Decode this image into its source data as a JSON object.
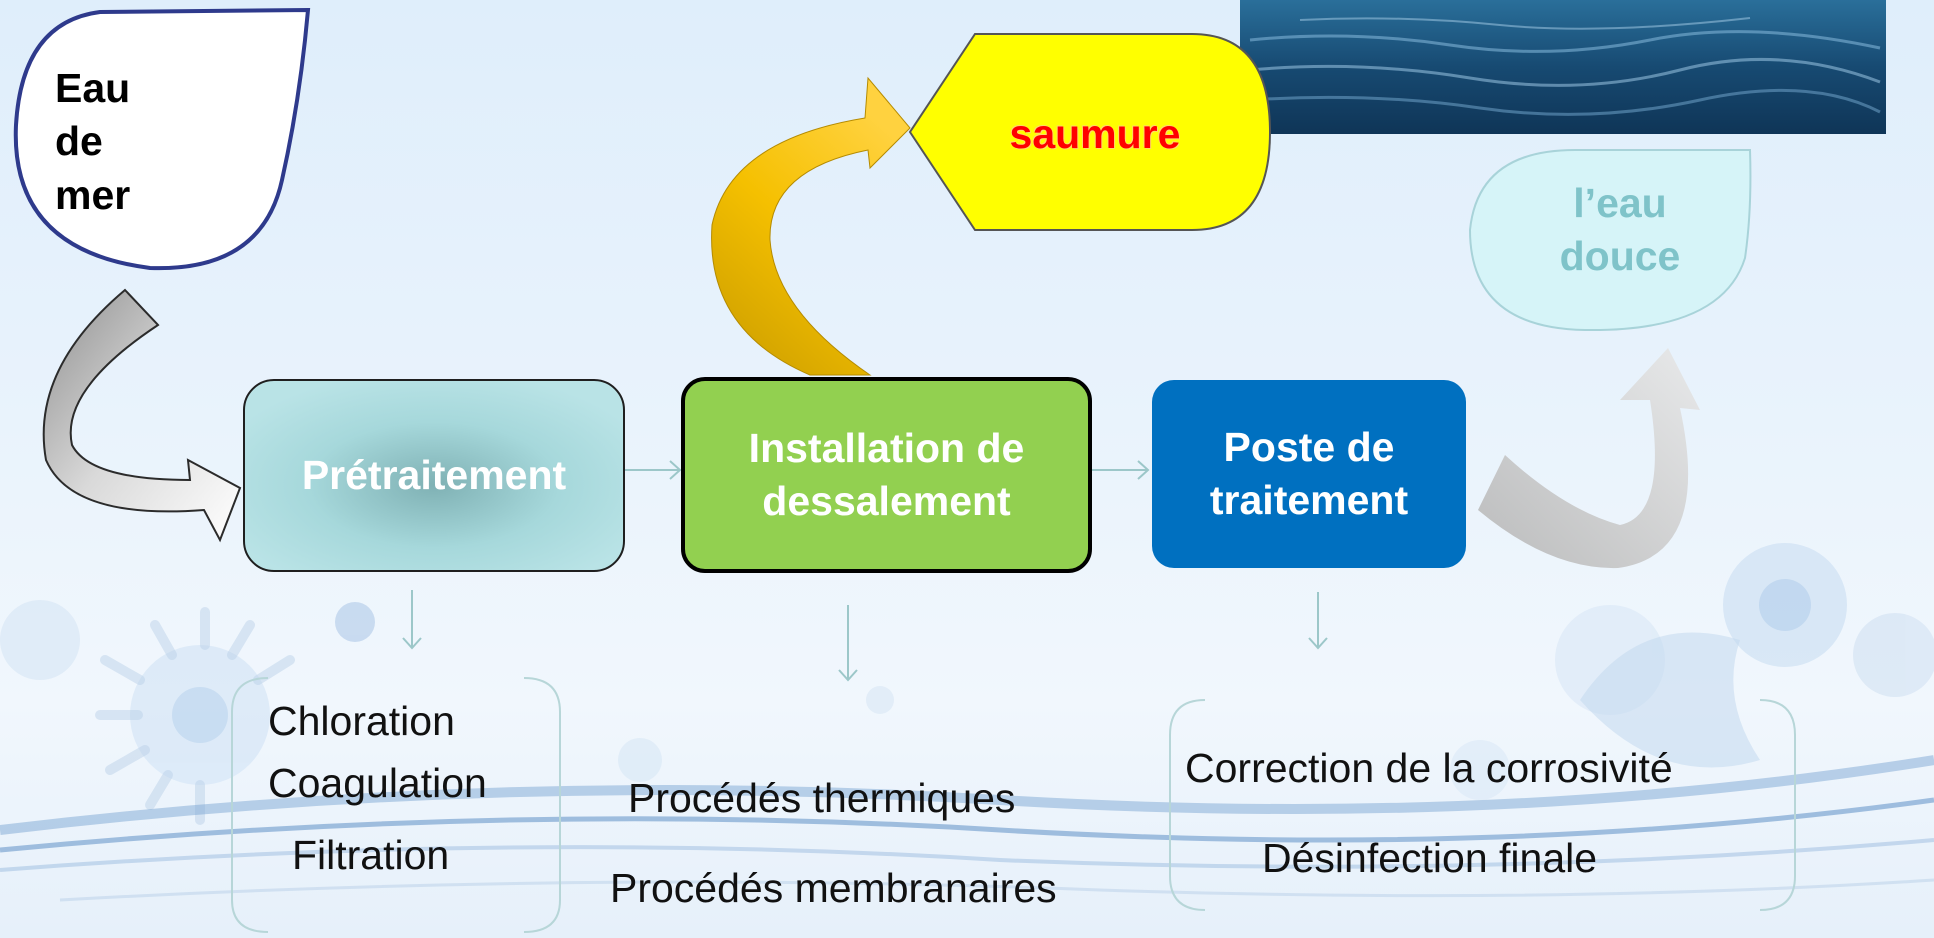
{
  "diagram": {
    "source_label": "Eau\nde\nmer",
    "brine_label": "saumure",
    "output_label": "l’eau\ndouce",
    "stages": [
      {
        "label": "Prétraitement",
        "items": [
          "Chloration",
          "Coagulation",
          "Filtration"
        ]
      },
      {
        "label": "Installation de\ndessalement",
        "items": [
          "Procédés thermiques",
          "Procédés membranaires"
        ]
      },
      {
        "label": "Poste de\ntraitement",
        "items": [
          "Correction de la corrosivité",
          "Désinfection finale"
        ]
      }
    ],
    "colors": {
      "pretreatment": "#a9dcdf",
      "installation": "#92d050",
      "post_treatment": "#0070c0",
      "brine_fill": "#ffff00",
      "brine_text": "#ff0000",
      "output_fill": "#d6f4f8",
      "output_text": "#7fc3c9",
      "source_border": "#2e3a8c",
      "sea_photo": "#1c4f7a"
    },
    "icons": [
      "curved-arrow-icon",
      "thin-arrow-icon",
      "bracket-icon",
      "sea-photo"
    ]
  }
}
